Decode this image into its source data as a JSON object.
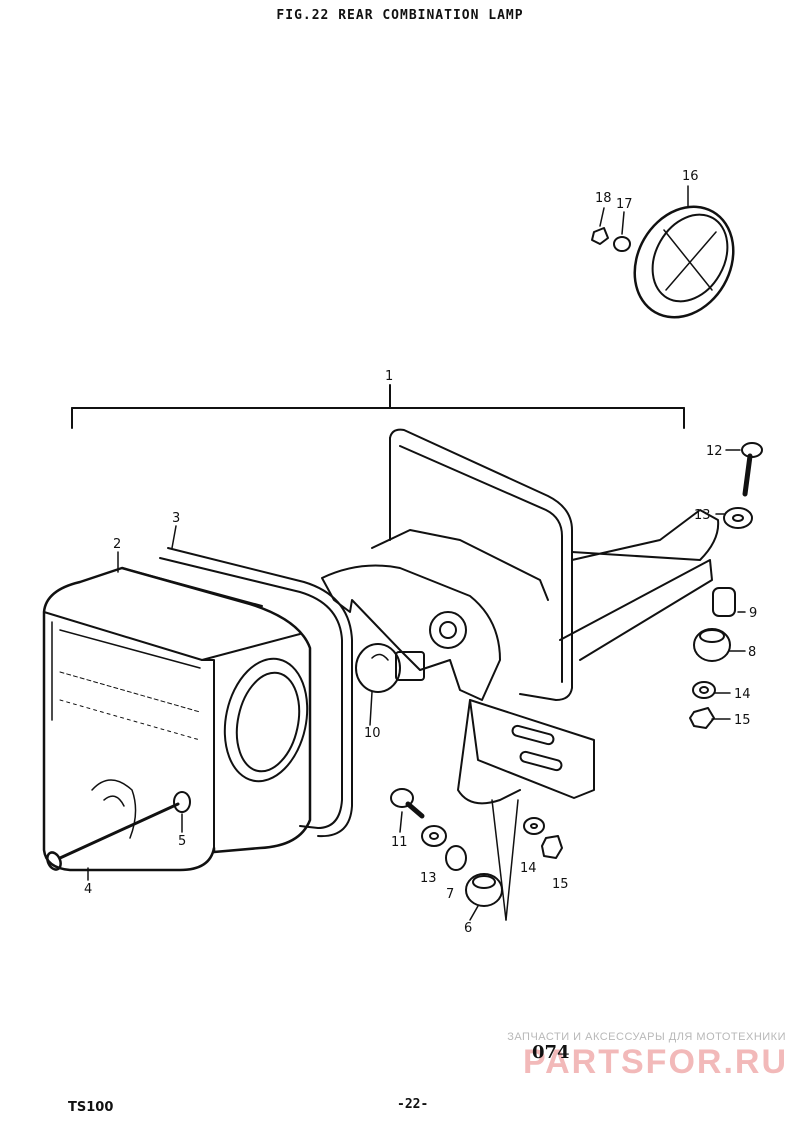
{
  "header": {
    "title": "FIG.22  REAR COMBINATION LAMP"
  },
  "callouts": [
    "1",
    "2",
    "3",
    "4",
    "5",
    "6",
    "7",
    "8",
    "9",
    "10",
    "11",
    "12",
    "13",
    "13",
    "14",
    "14",
    "15",
    "15",
    "16",
    "17",
    "18"
  ],
  "watermark": {
    "top_text": "ЗАПЧАСТИ И АКСЕССУАРЫ ДЛЯ МОТОТЕХНИКИ",
    "logo_text": "PARTSFOR.RU"
  },
  "handwritten_code": "074",
  "footer": {
    "model": "TS100",
    "page": "-22-"
  }
}
